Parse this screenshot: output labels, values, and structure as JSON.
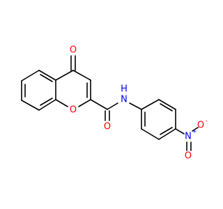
{
  "molecule": {
    "atoms": {
      "o_ketone": {
        "symbol": "O",
        "color": "#ff0000"
      },
      "o_ring": {
        "symbol": "O",
        "color": "#ff0000"
      },
      "o_amide": {
        "symbol": "O",
        "color": "#ff0000"
      },
      "n_amide": {
        "symbol": "N",
        "h": "H",
        "color": "#0000ff"
      },
      "n_nitro": {
        "symbol": "N",
        "charge": "+",
        "color": "#0000ff"
      },
      "o_nitro_top": {
        "symbol": "O",
        "charge": "-",
        "color": "#ff0000"
      },
      "o_nitro_bottom": {
        "symbol": "O",
        "color": "#ff0000"
      }
    },
    "bond_color": "#000000"
  }
}
